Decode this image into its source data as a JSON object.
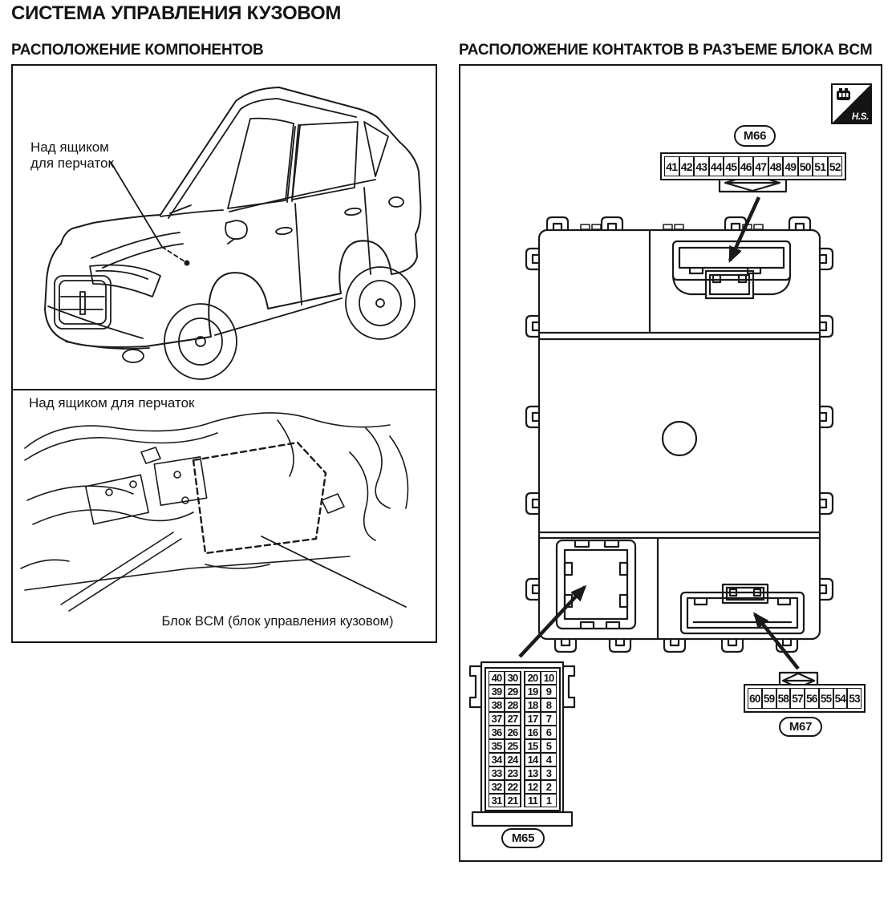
{
  "page": {
    "title": "СИСТЕМА УПРАВЛЕНИЯ КУЗОВОМ",
    "background": "#ffffff",
    "line_color": "#1a1a1a"
  },
  "left_panel": {
    "header": "РАСПОЛОЖЕНИЕ КОМПОНЕНТОВ",
    "car_callout": {
      "line1": "Над ящиком",
      "line2": "для перчаток"
    },
    "section_label": "Над ящиком для перчаток",
    "bcm_caption": "Блок BCM (блок управления кузовом)"
  },
  "right_panel": {
    "header": "РАСПОЛОЖЕНИЕ КОНТАКТОВ В РАЗЪЕМЕ БЛОКА BCM",
    "hs_badge": "H.S.",
    "m66": {
      "label": "M66",
      "pins": [
        "41",
        "42",
        "43",
        "44",
        "45",
        "46",
        "47",
        "48",
        "49",
        "50",
        "51",
        "52"
      ]
    },
    "m67": {
      "label": "M67",
      "pins": [
        "60",
        "59",
        "58",
        "57",
        "56",
        "55",
        "54",
        "53"
      ]
    },
    "m65": {
      "label": "M65",
      "grid": [
        [
          "40",
          "30",
          "20",
          "10"
        ],
        [
          "39",
          "29",
          "19",
          "9"
        ],
        [
          "38",
          "28",
          "18",
          "8"
        ],
        [
          "37",
          "27",
          "17",
          "7"
        ],
        [
          "36",
          "26",
          "16",
          "6"
        ],
        [
          "35",
          "25",
          "15",
          "5"
        ],
        [
          "34",
          "24",
          "14",
          "4"
        ],
        [
          "33",
          "23",
          "13",
          "3"
        ],
        [
          "32",
          "22",
          "12",
          "2"
        ],
        [
          "31",
          "21",
          "11",
          "1"
        ]
      ]
    }
  }
}
